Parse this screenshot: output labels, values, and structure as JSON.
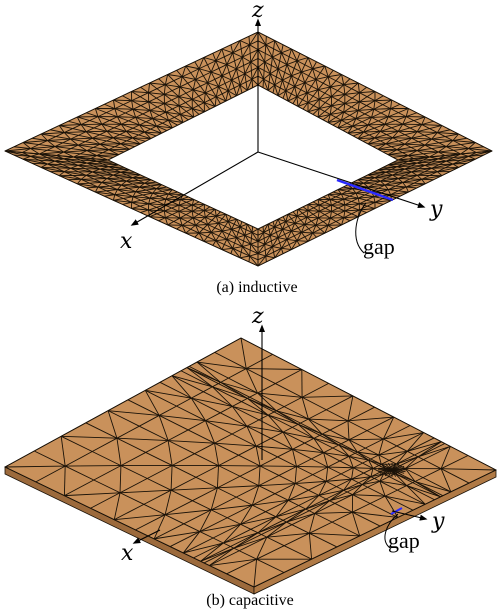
{
  "colors": {
    "copper": "#c9915b",
    "copper_side": "#9c6a3c",
    "mesh_edge": "#1a1208",
    "gap_line": "#2b2bff",
    "axis": "#000000"
  },
  "panel_a": {
    "axis_z": "z",
    "axis_y": "y",
    "axis_x": "x",
    "gap_label": "gap",
    "caption": "(a) inductive"
  },
  "panel_b": {
    "axis_z": "z",
    "axis_y": "y",
    "axis_x": "x",
    "gap_label": "gap",
    "caption": "(b) capacitive"
  }
}
